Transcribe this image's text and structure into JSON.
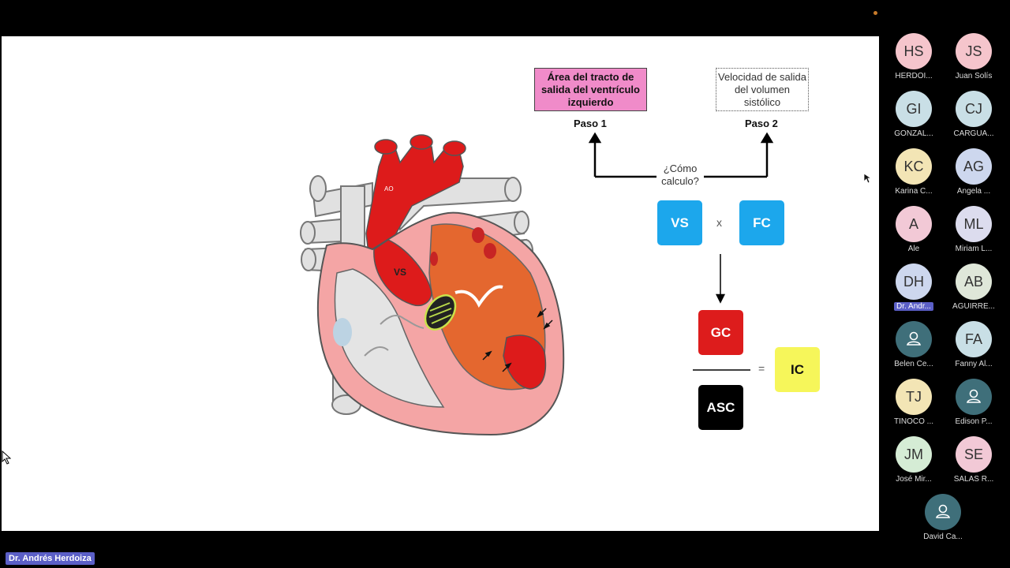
{
  "presentation": {
    "heart_labels": {
      "ao": "AO",
      "vs": "VS"
    },
    "box_step1": "Área del tracto de salida del ventrículo izquierdo",
    "box_step2": "Velocidad de salida del volumen sistólico",
    "paso1": "Paso 1",
    "paso2": "Paso 2",
    "question": "¿Cómo calculo?",
    "tile_vs": "VS",
    "operator_x": "x",
    "tile_fc": "FC",
    "tile_gc": "GC",
    "tile_asc": "ASC",
    "operator_eq": "=",
    "tile_ic": "IC",
    "colors": {
      "pink": "#f08bc9",
      "blue": "#1ca7ec",
      "red": "#dd1c1c",
      "yellow": "#f6f65a"
    }
  },
  "participants": [
    {
      "initials": "HS",
      "name": "HERDOI...",
      "color": "#f5c5cc"
    },
    {
      "initials": "JS",
      "name": "Juan Solís",
      "color": "#f5c5cc"
    },
    {
      "initials": "GI",
      "name": "GONZAL...",
      "color": "#c9dfe6"
    },
    {
      "initials": "CJ",
      "name": "CARGUA...",
      "color": "#c9dfe6"
    },
    {
      "initials": "KC",
      "name": "Karina C...",
      "color": "#f3e5b5"
    },
    {
      "initials": "AG",
      "name": "Angela ...",
      "color": "#cdd7ee"
    },
    {
      "initials": "A",
      "name": "Ale",
      "color": "#f2c9d6"
    },
    {
      "initials": "ML",
      "name": "Miriam L...",
      "color": "#dcdcee"
    },
    {
      "initials": "DH",
      "name": "Dr. Andr...",
      "color": "#cdd7ee",
      "active": true
    },
    {
      "initials": "AB",
      "name": "AGUIRRE...",
      "color": "#dfe7d9"
    },
    {
      "initials": "",
      "name": "Belen Ce...",
      "color": "#3f6f7a",
      "icon": "person-icon"
    },
    {
      "initials": "FA",
      "name": "Fanny Al...",
      "color": "#c9dfe6"
    },
    {
      "initials": "TJ",
      "name": "TINOCO ...",
      "color": "#f3e5b5"
    },
    {
      "initials": "",
      "name": "Edison P...",
      "color": "#3f6f7a",
      "icon": "person-icon"
    },
    {
      "initials": "JM",
      "name": "José Mir...",
      "color": "#d5ecd5"
    },
    {
      "initials": "SE",
      "name": "SALAS R...",
      "color": "#f2c9d6"
    },
    {
      "initials": "",
      "name": "David Ca...",
      "color": "#3f6f7a",
      "icon": "person-icon"
    }
  ],
  "speaker": {
    "name": "Dr. Andrés Herdoiza"
  }
}
